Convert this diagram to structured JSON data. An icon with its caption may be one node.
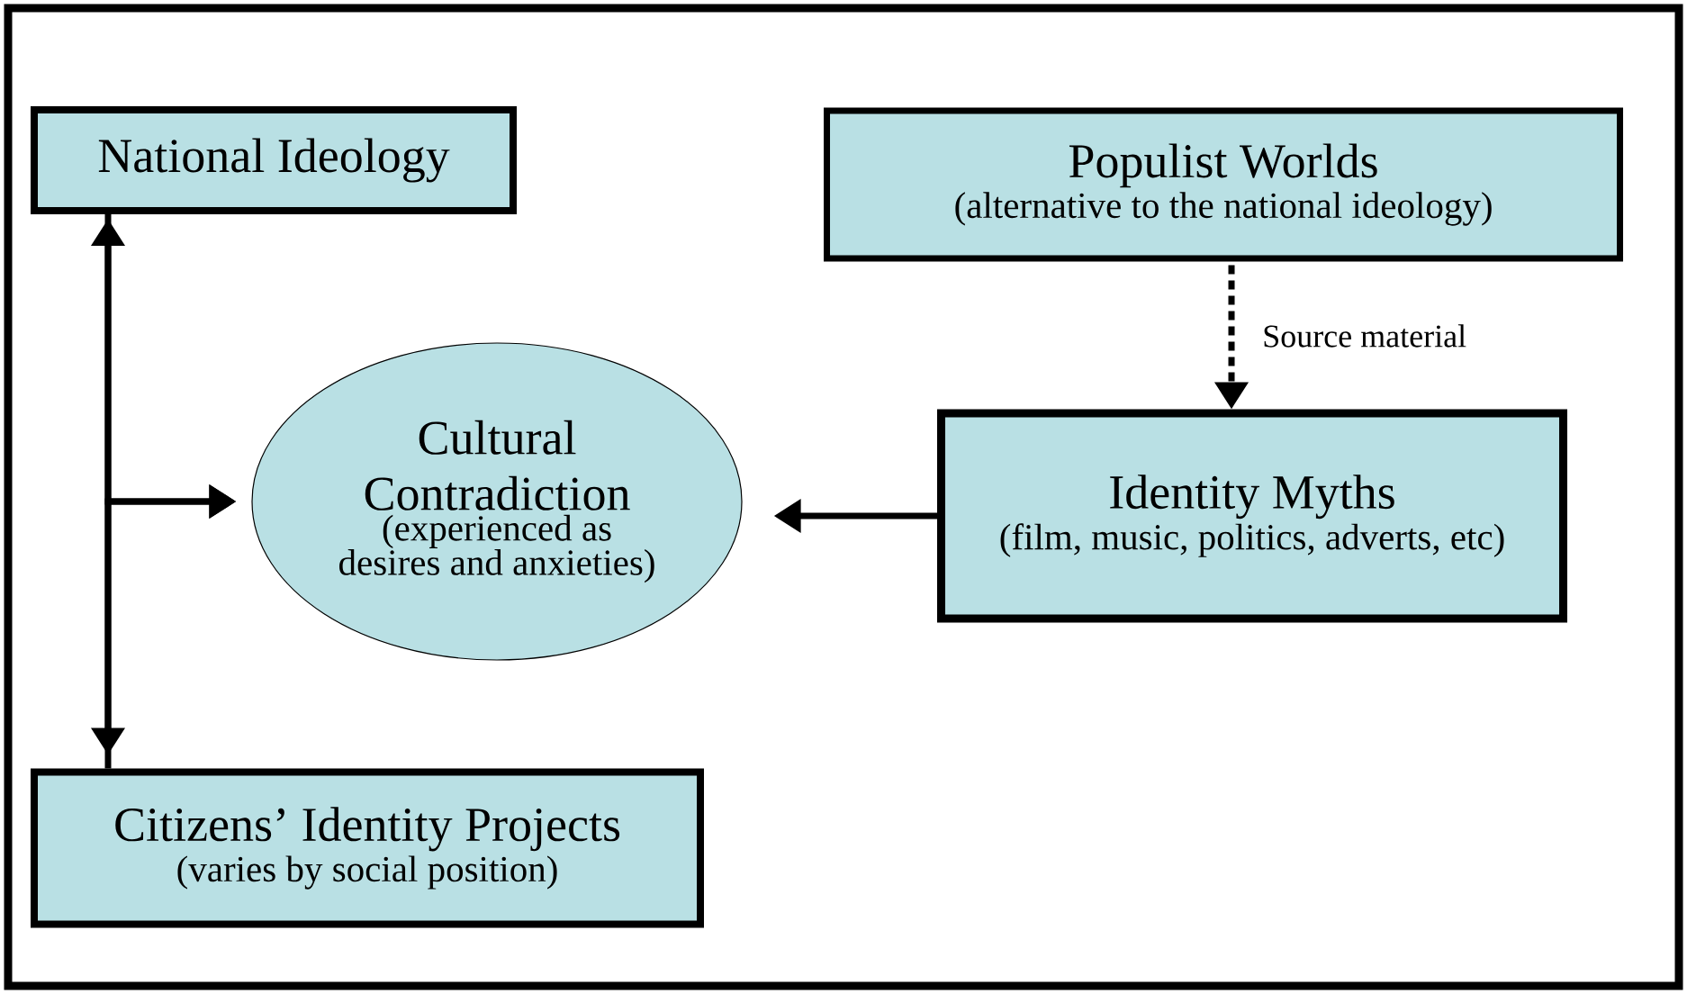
{
  "diagram": {
    "nodes": [
      {
        "text": [
          "National Ideology"
        ]
      },
      {
        "text": [
          "Populist Worlds",
          "(alternative to the national ideology)"
        ]
      },
      {
        "text": [
          "Cultural Contradiction",
          "(experienced as desires and anxieties)"
        ]
      },
      {
        "text": [
          "Identity Myths",
          "(film, music, politics, adverts, etc)"
        ]
      },
      {
        "text": [
          "Citizens’ Identity Projects",
          "(varies by social position)"
        ]
      }
    ],
    "edges": [
      {
        "from": 0,
        "to": 4,
        "arrow": "both"
      },
      {
        "from": 0,
        "to": 2,
        "arrow": "to"
      },
      {
        "from": 4,
        "to": 2,
        "arrow": "to"
      },
      {
        "from": 3,
        "to": 2,
        "arrow": "to"
      },
      {
        "from": 1,
        "to": 3,
        "arrow": "to",
        "label": "Source material",
        "style": "dashed"
      }
    ]
  }
}
